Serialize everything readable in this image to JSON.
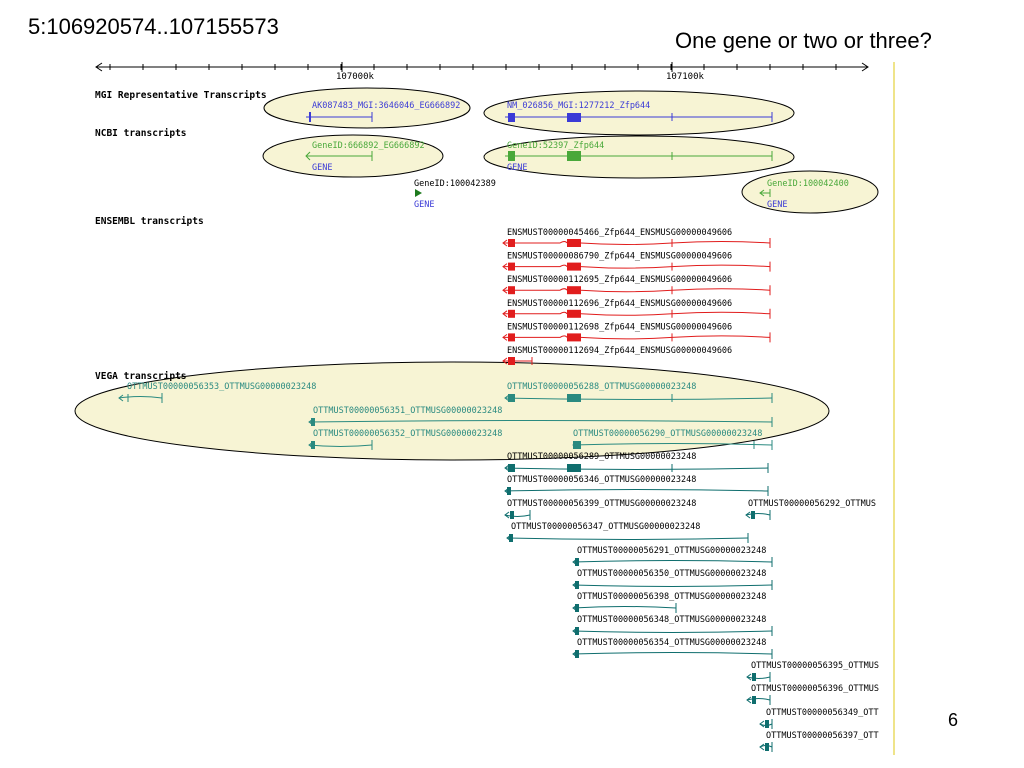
{
  "slide": {
    "title": "5:106920574..107155573",
    "question": "One gene or two or three?",
    "page_number": "6"
  },
  "ruler": {
    "ticks": [
      "107000k",
      "107100k"
    ]
  },
  "colors": {
    "mgi": "#3b3bd6",
    "ncbi": "#49a83a",
    "ncbi_dark": "#1d7a1d",
    "ensembl": "#e11d1d",
    "vega": "#2a8a80",
    "vega_dark": "#0f6e6e",
    "highlight_fill": "#f7f4d4"
  },
  "sections": {
    "mgi": "MGI Representative Transcripts",
    "ncbi": "NCBI transcripts",
    "ensembl": "ENSEMBL transcripts",
    "vega": "VEGA transcripts"
  },
  "mgi_tracks": [
    {
      "label": "AK087483_MGI:3646046_EG666892"
    },
    {
      "label": "NM_026856_MGI:1277212_Zfp644"
    }
  ],
  "ncbi_tracks": [
    {
      "label": "GeneID:666892_EG666892",
      "type": "GENE"
    },
    {
      "label": "GeneID:52397_Zfp644",
      "type": "GENE"
    },
    {
      "label": "GeneID:100042389",
      "type": "GENE"
    },
    {
      "label": "GeneID:100042400",
      "type": "GENE"
    }
  ],
  "ensembl_tracks": [
    "ENSMUST00000045466_Zfp644_ENSMUSG00000049606",
    "ENSMUST00000086790_Zfp644_ENSMUSG00000049606",
    "ENSMUST00000112695_Zfp644_ENSMUSG00000049606",
    "ENSMUST00000112696_Zfp644_ENSMUSG00000049606",
    "ENSMUST00000112698_Zfp644_ENSMUSG00000049606",
    "ENSMUST00000112694_Zfp644_ENSMUSG00000049606"
  ],
  "vega_tracks": [
    "OTTMUST00000056353_OTTMUSG00000023248",
    "OTTMUST00000056288_OTTMUSG00000023248",
    "OTTMUST00000056351_OTTMUSG00000023248",
    "OTTMUST00000056352_OTTMUSG00000023248",
    "OTTMUST00000056290_OTTMUSG00000023248",
    "OTTMUST00000056289_OTTMUSG00000023248",
    "OTTMUST00000056346_OTTMUSG00000023248",
    "OTTMUST00000056399_OTTMUSG00000023248",
    "OTTMUST00000056292_OTTMUS",
    "OTTMUST00000056347_OTTMUSG00000023248",
    "OTTMUST00000056291_OTTMUSG00000023248",
    "OTTMUST00000056350_OTTMUSG00000023248",
    "OTTMUST00000056398_OTTMUSG00000023248",
    "OTTMUST00000056348_OTTMUSG00000023248",
    "OTTMUST00000056354_OTTMUSG00000023248",
    "OTTMUST00000056395_OTTMUS",
    "OTTMUST00000056396_OTTMUS",
    "OTTMUST00000056349_OTT",
    "OTTMUST00000056397_OTT"
  ]
}
